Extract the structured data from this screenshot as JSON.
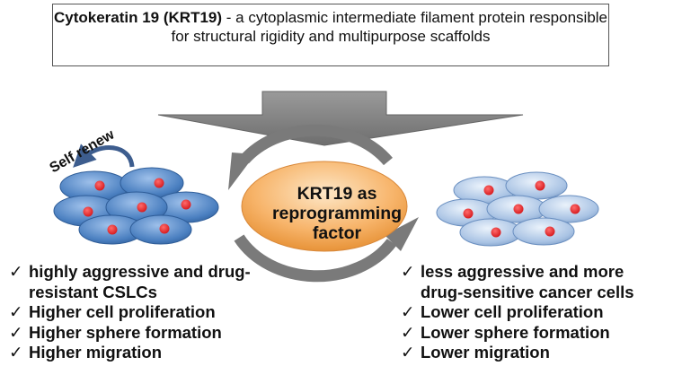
{
  "header": {
    "title_bold": "Cytokeratin 19 (KRT19)",
    "title_rest": " - a cytoplasmic intermediate filament protein responsible for structural rigidity and multipurpose scaffolds"
  },
  "center": {
    "line1": "KRT19 as",
    "line2": "reprogramming",
    "line3": "factor"
  },
  "self_renew_label": "Self renew",
  "left_list": {
    "items": [
      {
        "line1": "highly aggressive and drug-",
        "line2": "resistant CSLCs"
      },
      {
        "line1": "Higher cell proliferation"
      },
      {
        "line1": "Higher sphere formation"
      },
      {
        "line1": "Higher migration"
      }
    ]
  },
  "right_list": {
    "items": [
      {
        "line1": "less aggressive and more",
        "line2": "drug-sensitive cancer cells"
      },
      {
        "line1": "Lower cell proliferation"
      },
      {
        "line1": "Lower sphere formation"
      },
      {
        "line1": "Lower migration"
      }
    ]
  },
  "check_symbol": "✓",
  "colors": {
    "big_arrow": "#8a8a8a",
    "cycle_arrow": "#7a7a7a",
    "center_fill": "#f7b46a",
    "left_cell": "#4a7fc0",
    "right_cell": "#a9c3e4",
    "nucleus": "#e8262a",
    "self_renew_arrow": "#3d5d8e"
  }
}
